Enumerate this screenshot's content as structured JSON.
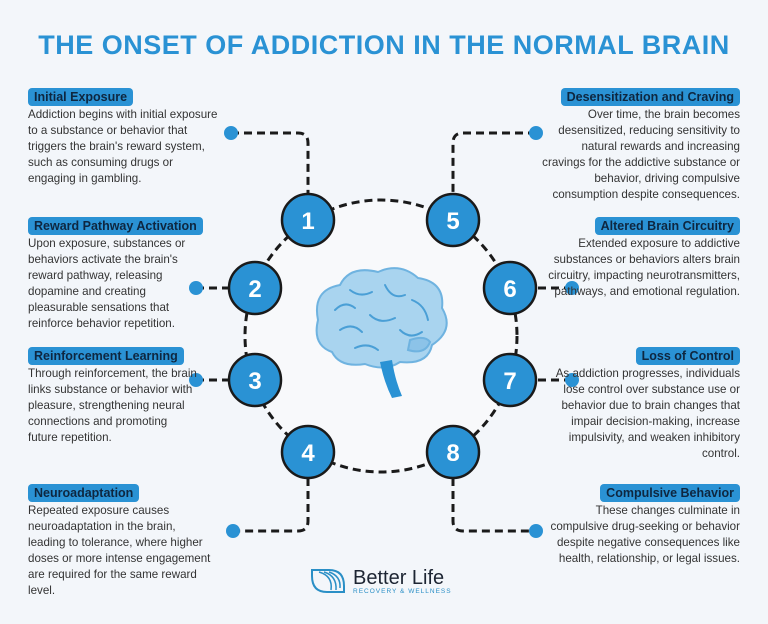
{
  "title": "THE ONSET OF ADDICTION IN THE NORMAL BRAIN",
  "stages": [
    {
      "number": "1",
      "label": "Initial Exposure",
      "text": "Addiction begins with initial exposure to a substance or behavior that triggers the brain's reward system, such as consuming drugs or engaging in gambling."
    },
    {
      "number": "2",
      "label": "Reward Pathway Activation",
      "text": "Upon exposure, substances or behaviors activate the brain's reward pathway, releasing dopamine and creating pleasurable sensations that reinforce behavior repetition."
    },
    {
      "number": "3",
      "label": "Reinforcement Learning",
      "text": "Through reinforcement, the brain links substance or behavior with pleasure, strengthening neural connections and promoting future repetition."
    },
    {
      "number": "4",
      "label": "Neuroadaptation",
      "text": "Repeated exposure causes neuroadaptation in the brain, leading to tolerance, where higher doses or more intense engagement are required for the same reward level."
    },
    {
      "number": "5",
      "label": "Desensitization and Craving",
      "text": "Over time, the brain becomes desensitized, reducing sensitivity to natural rewards and increasing cravings for the addictive substance or behavior, driving compulsive consumption despite consequences."
    },
    {
      "number": "6",
      "label": "Altered Brain Circuitry",
      "text": "Extended exposure to addictive substances or behaviors alters brain circuitry, impacting neurotransmitters, pathways, and emotional regulation."
    },
    {
      "number": "7",
      "label": "Loss of Control",
      "text": "As addiction progresses, individuals lose control over substance use or behavior due to brain changes that impair decision-making, increase impulsivity, and weaken inhibitory control."
    },
    {
      "number": "8",
      "label": "Compulsive Behavior",
      "text": "These changes culminate in compulsive drug-seeking or behavior despite negative consequences like health, relationship, or legal issues."
    }
  ],
  "logo": {
    "name": "Better Life",
    "tagline": "RECOVERY & WELLNESS"
  },
  "colors": {
    "accent": "#2a92d4",
    "brain": "#a9d4ef"
  }
}
